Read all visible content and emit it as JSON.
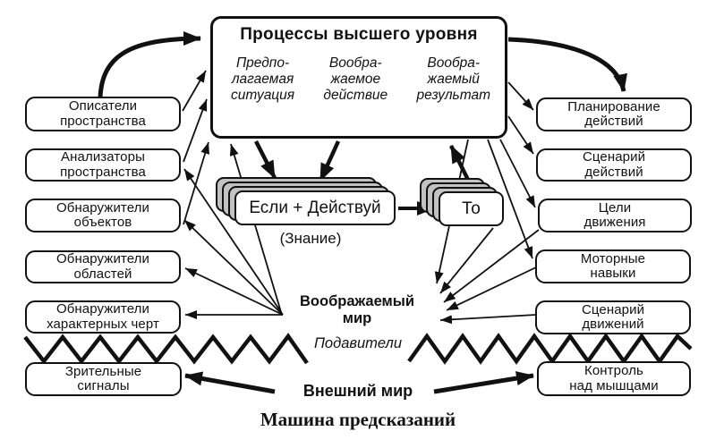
{
  "colors": {
    "ink": "#111111",
    "card_back": "#c2c2c2",
    "background": "#ffffff"
  },
  "caption": "Машина предсказаний",
  "top_box": {
    "title": "Процессы высшего уровня",
    "columns": [
      {
        "label": "Предпо-\nлагаемая\nситуация"
      },
      {
        "label": "Вообра-\nжаемое\nдействие"
      },
      {
        "label": "Вообра-\nжаемый\nрезультат"
      }
    ]
  },
  "left_column": [
    {
      "label": "Описатели\nпространства"
    },
    {
      "label": "Анализаторы\nпространства"
    },
    {
      "label": "Обнаружители\nобъектов"
    },
    {
      "label": "Обнаружители\nобластей"
    },
    {
      "label": "Обнаружители\nхарактерных черт"
    },
    {
      "label": "Зрительные\nсигналы"
    }
  ],
  "right_column": [
    {
      "label": "Планирование\nдействий"
    },
    {
      "label": "Сценарий\nдействий"
    },
    {
      "label": "Цели\nдвижения"
    },
    {
      "label": "Моторные\nнавыки"
    },
    {
      "label": "Сценарий\nдвижений"
    },
    {
      "label": "Контроль\nнад мышцами"
    }
  ],
  "rules": {
    "if_act": "Если + Действуй",
    "then": "То",
    "knowledge": "(Знание)"
  },
  "world_labels": {
    "imagined_world": "Воображаемый\nмир",
    "suppressors": "Подавители",
    "external_world": "Внешний мир"
  }
}
